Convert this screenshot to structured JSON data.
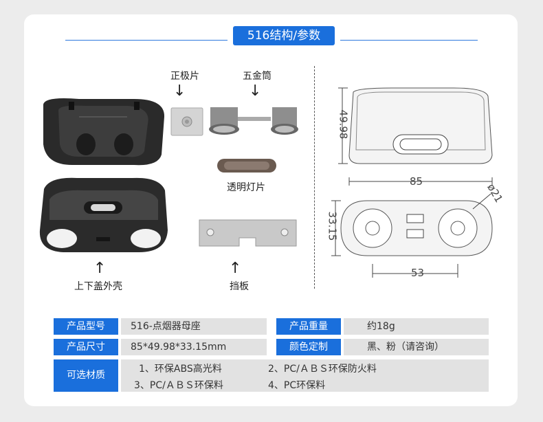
{
  "title": "516结构/参数",
  "parts": {
    "positive_plate": "正极片",
    "metal_tube": "五金筒",
    "transparent_light": "透明灯片",
    "shell": "上下盖外壳",
    "baffle": "挡板"
  },
  "dimensions": {
    "height": "49.98",
    "width": "85",
    "depth": "33.15",
    "tube_span": "53",
    "diameter": "ø21"
  },
  "specs": {
    "model_label": "产品型号",
    "model_value": "516-点烟器母座",
    "weight_label": "产品重量",
    "weight_value": "约18g",
    "size_label": "产品尺寸",
    "size_value": "85*49.98*33.15mm",
    "color_label": "颜色定制",
    "color_value": "黑、粉（请咨询）",
    "material_label": "可选材质",
    "materials": [
      "1、环保ABS高光料",
      "2、PC/ＡＢＳ环保防火料",
      "3、PC/ＡＢＳ环保料",
      "4、PC环保料"
    ]
  },
  "colors": {
    "accent": "#1a6fdc",
    "value_bg": "#e2e2e2"
  }
}
